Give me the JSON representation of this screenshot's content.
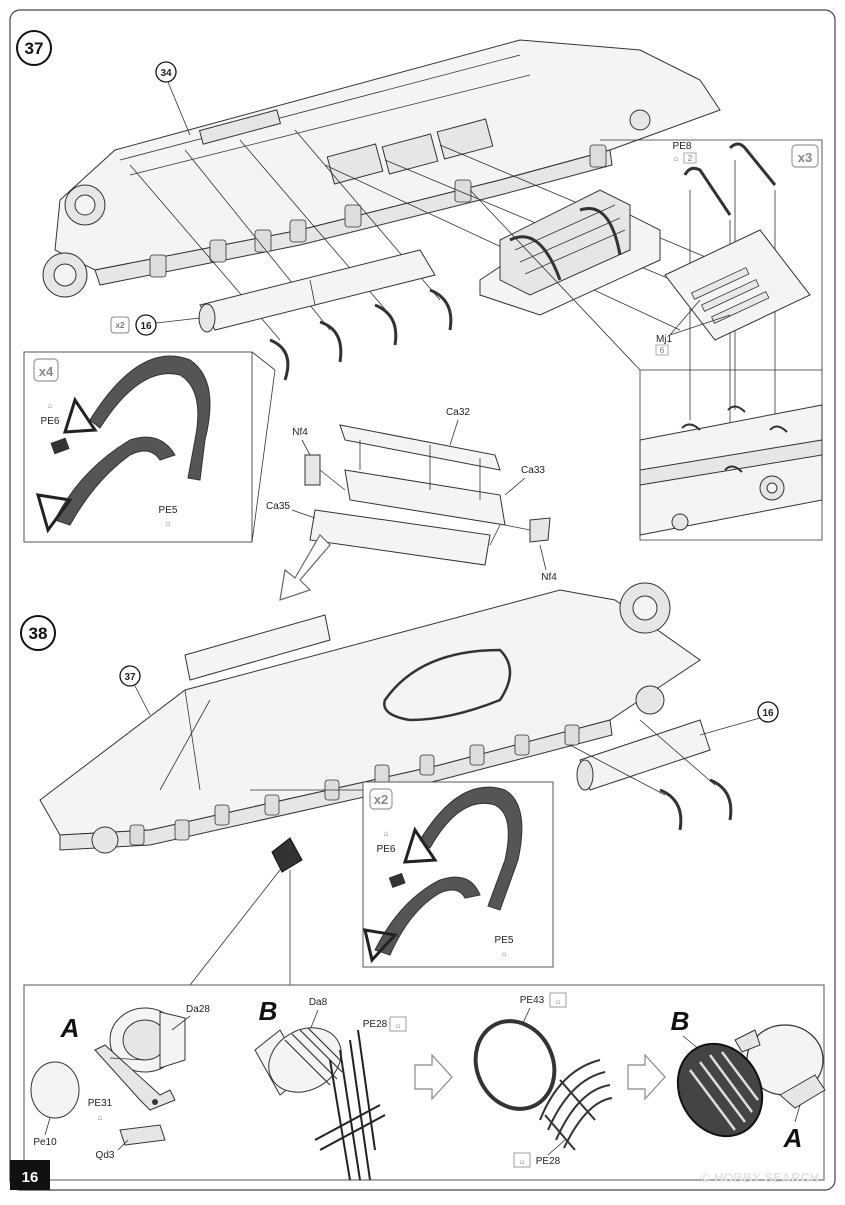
{
  "page": {
    "number": "16"
  },
  "watermark": "© HOBBY SEARCH",
  "steps": [
    {
      "number": "37"
    },
    {
      "number": "38"
    }
  ],
  "step37": {
    "callout_ref": "34",
    "part_fender": "16",
    "fender_multiplier": "x2",
    "inset_strap_multiplier": "x4",
    "pe6": "PE6",
    "pe5": "PE5",
    "pe8": "PE8",
    "pe8_qty": "2",
    "rack_multiplier": "x3",
    "mj1": "Mj1",
    "mj1_qty": "6",
    "nf4_top": "Nf4",
    "nf4_bottom": "Nf4",
    "ca32": "Ca32",
    "ca33": "Ca33",
    "ca35": "Ca35"
  },
  "step38": {
    "callout_ref": "37",
    "part_fender": "16",
    "inset_strap_multiplier": "x2",
    "pe6": "PE6",
    "pe5": "PE5"
  },
  "subassembly": {
    "a_label": "A",
    "b_label": "B",
    "b_label_right": "B",
    "a_label_right": "A",
    "da28": "Da28",
    "pe31": "PE31",
    "pe10": "Pe10",
    "qd3": "Qd3",
    "da8": "Da8",
    "pe28_top": "PE28",
    "pe43": "PE43",
    "pe28_bottom": "PE28"
  },
  "icons": [
    "photo-etch-icon",
    "arrow-right-icon",
    "arrow-down-icon"
  ]
}
